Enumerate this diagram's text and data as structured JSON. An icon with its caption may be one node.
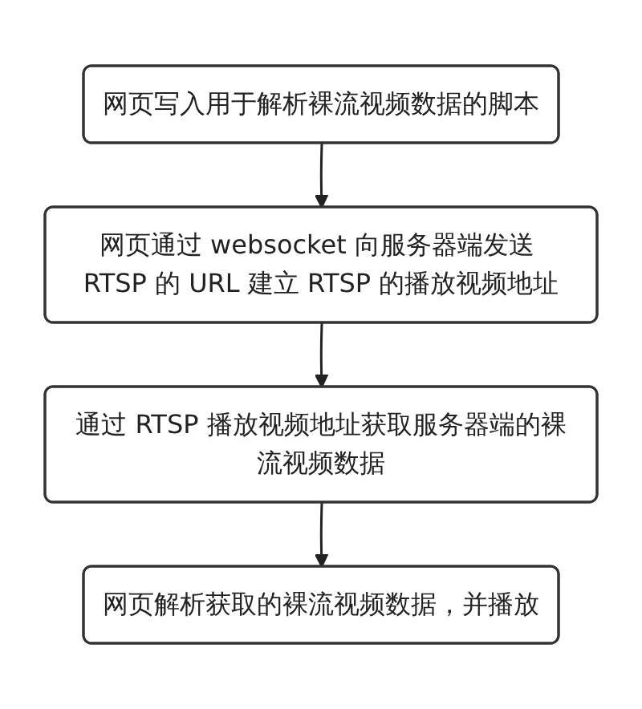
{
  "diagram": {
    "nodes": [
      {
        "text": [
          "网页写入用于解析裸流视频数据的脚本"
        ]
      },
      {
        "text": [
          "网页通过 websocket 向服务器端发送 RTSP 的 URL 建立 RTSP 的播放视频地址"
        ]
      },
      {
        "text": [
          "通过 RTSP 播放视频地址获取服务器端的裸流视频数据"
        ]
      },
      {
        "text": [
          "网页解析获取的裸流视频数据，并播放"
        ]
      }
    ],
    "edges": [
      {
        "from": 0,
        "to": 1,
        "arrow": "to"
      },
      {
        "from": 1,
        "to": 2,
        "arrow": "to"
      },
      {
        "from": 2,
        "to": 3,
        "arrow": "to"
      }
    ]
  }
}
